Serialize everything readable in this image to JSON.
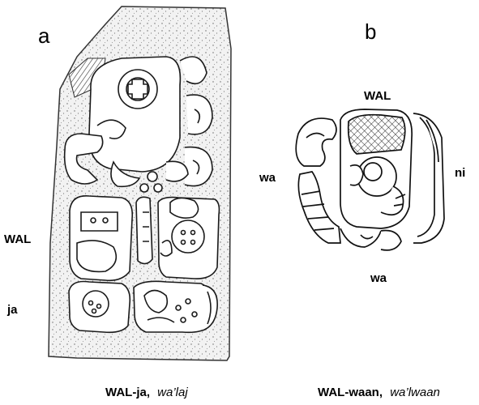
{
  "panel_a": {
    "letter": "a",
    "labels": {
      "wal": "WAL",
      "ja": "ja"
    },
    "caption_bold": "WAL-ja,",
    "caption_italic": "wa’laj"
  },
  "panel_b": {
    "letter": "b",
    "labels": {
      "top": "WAL",
      "left": "wa",
      "right": "ni",
      "bottom": "wa"
    },
    "caption_bold": "WAL-waan,",
    "caption_italic": "wa’lwaan"
  }
}
